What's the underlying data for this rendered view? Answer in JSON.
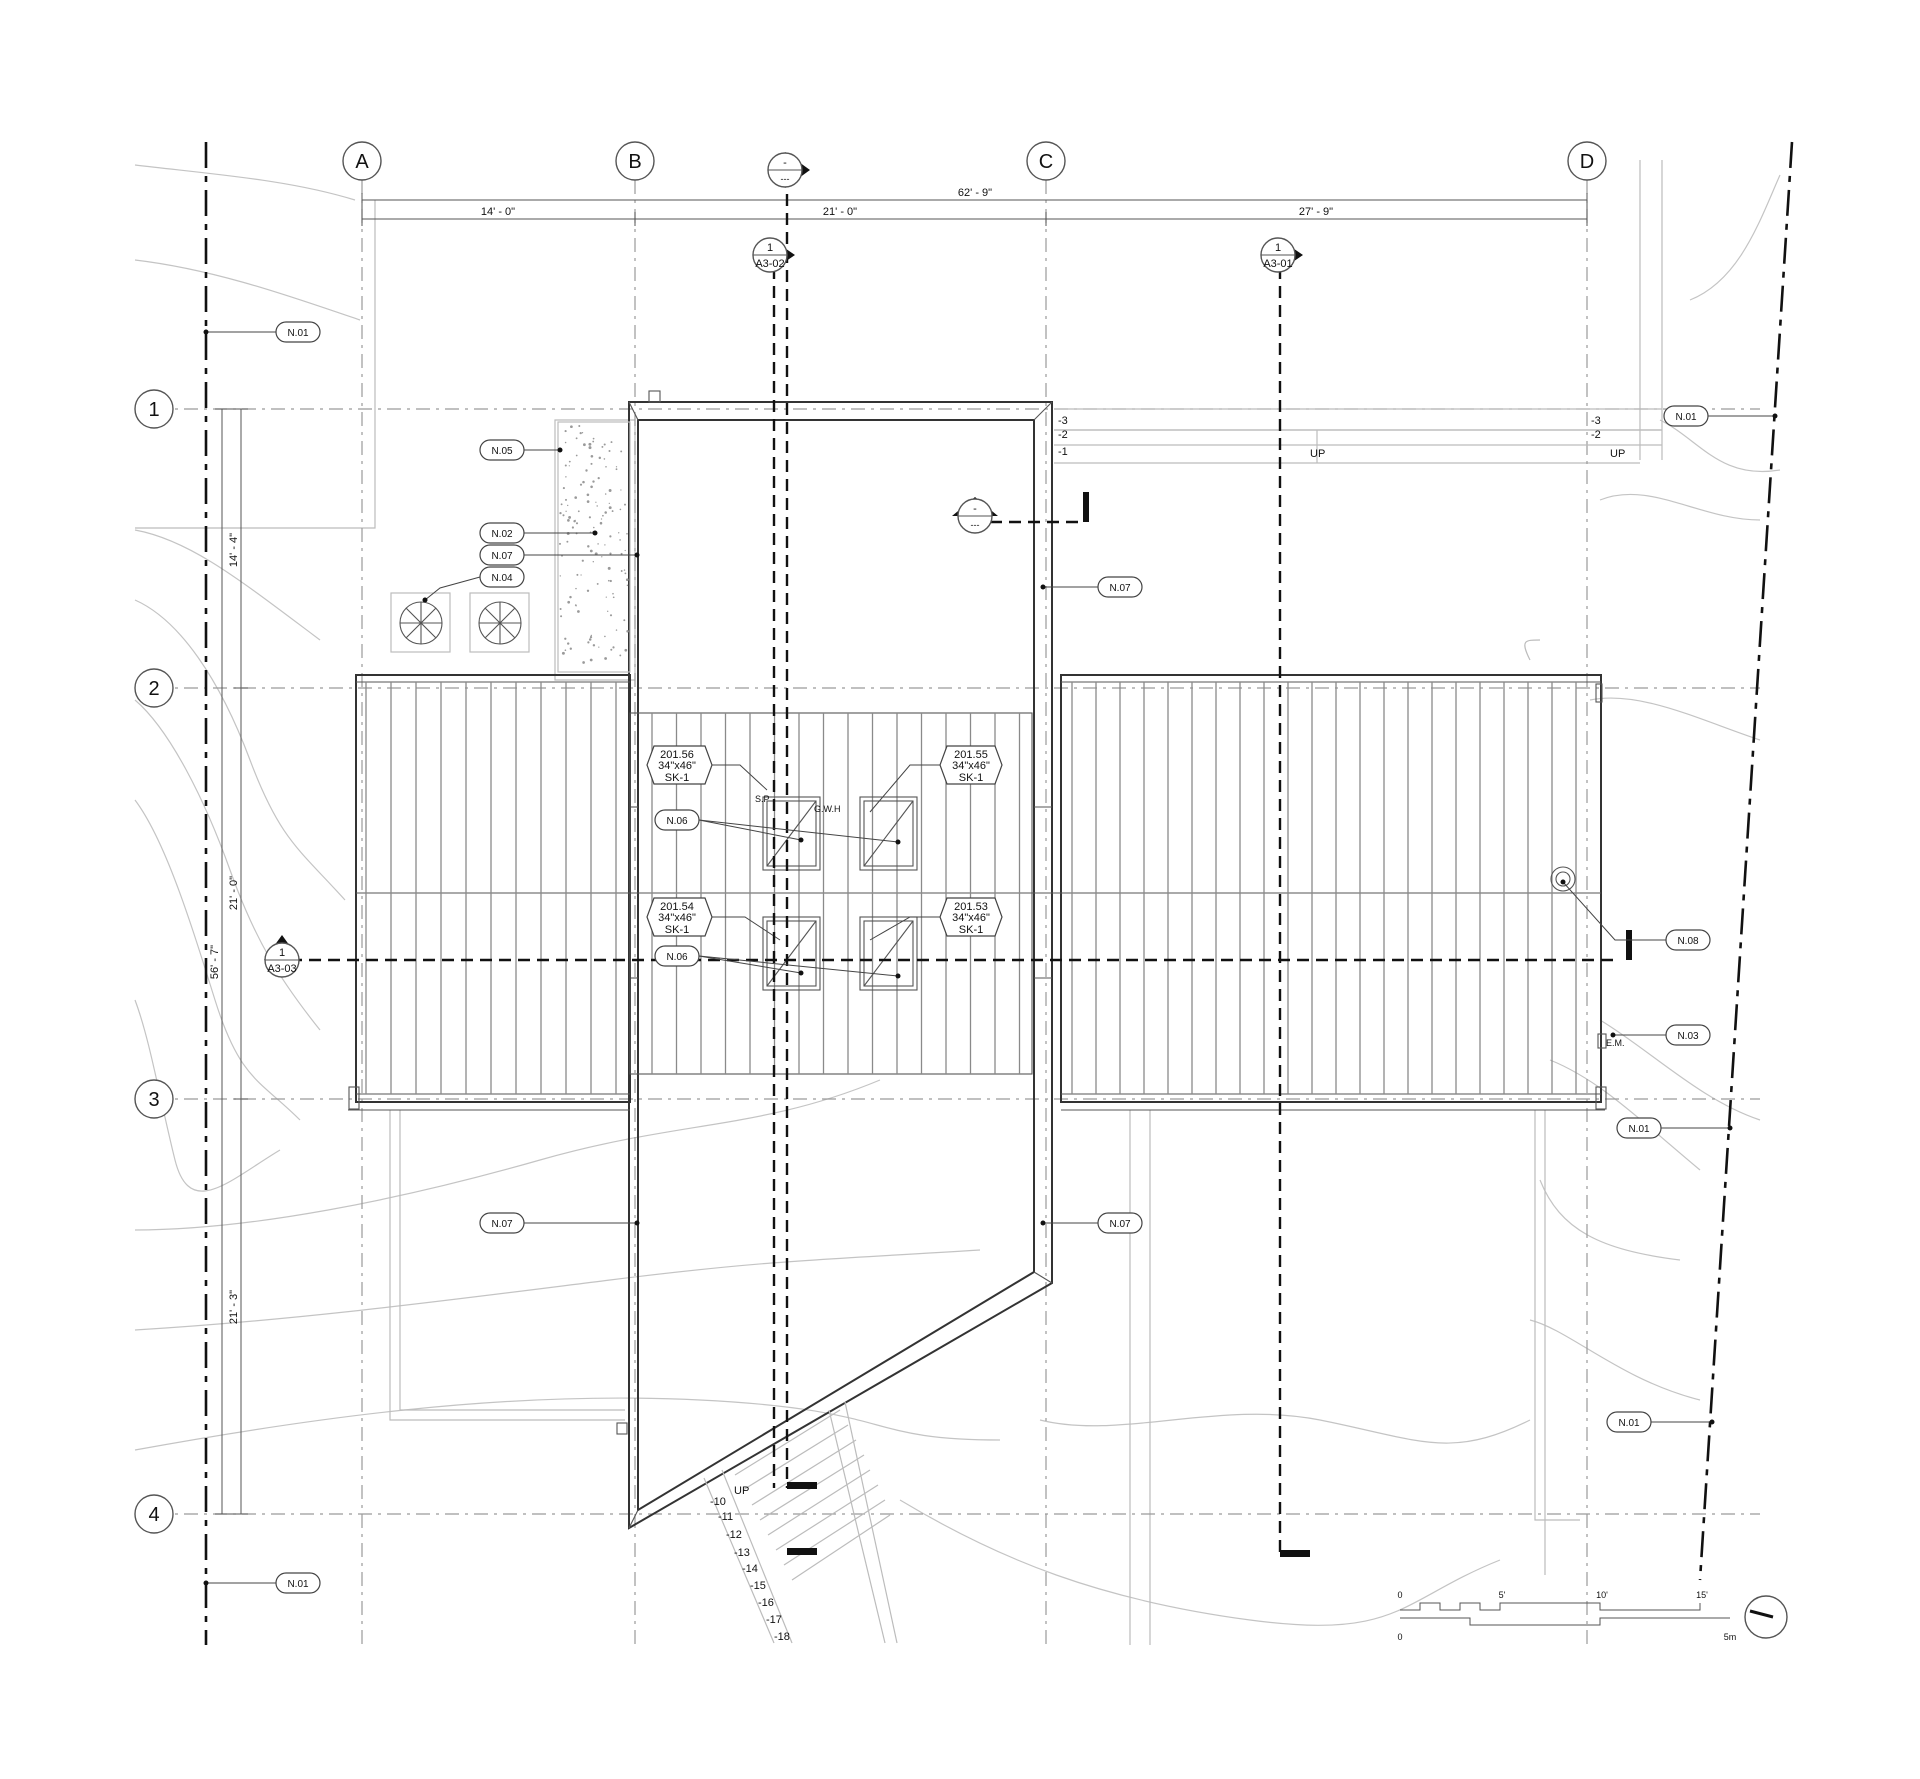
{
  "grid": {
    "columns": [
      "A",
      "B",
      "C",
      "D"
    ],
    "rows": [
      "1",
      "2",
      "3",
      "4"
    ]
  },
  "dimensions": {
    "overall_width": "62' - 9\"",
    "ab": "14' - 0\"",
    "bc": "21' - 0\"",
    "cd": "27' - 9\"",
    "overall_depth": "56' - 7\"",
    "r12": "14' - 4\"",
    "r23": "21' - 0\"",
    "r34": "21' - 3\""
  },
  "section_marks": [
    {
      "id": "1",
      "sheet": "A3-02"
    },
    {
      "id": "1",
      "sheet": "A3-01"
    },
    {
      "id": "1",
      "sheet": "A3-03"
    },
    {
      "id": "-",
      "sheet": "---"
    },
    {
      "id": "-",
      "sheet": "---"
    }
  ],
  "keynotes": {
    "n01": "N.01",
    "n02": "N.02",
    "n03": "N.03",
    "n04": "N.04",
    "n05": "N.05",
    "n06": "N.06",
    "n07": "N.07",
    "n08": "N.08"
  },
  "skylights": [
    {
      "number": "201.56",
      "size": "34\"x46\"",
      "type": "SK-1"
    },
    {
      "number": "201.55",
      "size": "34\"x46\"",
      "type": "SK-1"
    },
    {
      "number": "201.54",
      "size": "34\"x46\"",
      "type": "SK-1"
    },
    {
      "number": "201.53",
      "size": "34\"x46\"",
      "type": "SK-1"
    }
  ],
  "labels": {
    "sp": "S.P",
    "gwh": "G.W.H",
    "em": "E.M.",
    "up": "UP"
  },
  "upper_stair_steps": [
    "-3",
    "-2",
    "-1"
  ],
  "lower_stair_steps": [
    "-10",
    "-11",
    "-12",
    "-13",
    "-14",
    "-15",
    "-16",
    "-17",
    "-18"
  ],
  "scale_bar": {
    "imperial_ticks": [
      "0",
      "5'",
      "10'",
      "15'"
    ],
    "metric_ticks": [
      "0",
      "5m"
    ]
  },
  "icons": [
    "north-arrow-icon",
    "section-marker-icon",
    "grid-bubble-icon",
    "condenser-unit-icon"
  ]
}
